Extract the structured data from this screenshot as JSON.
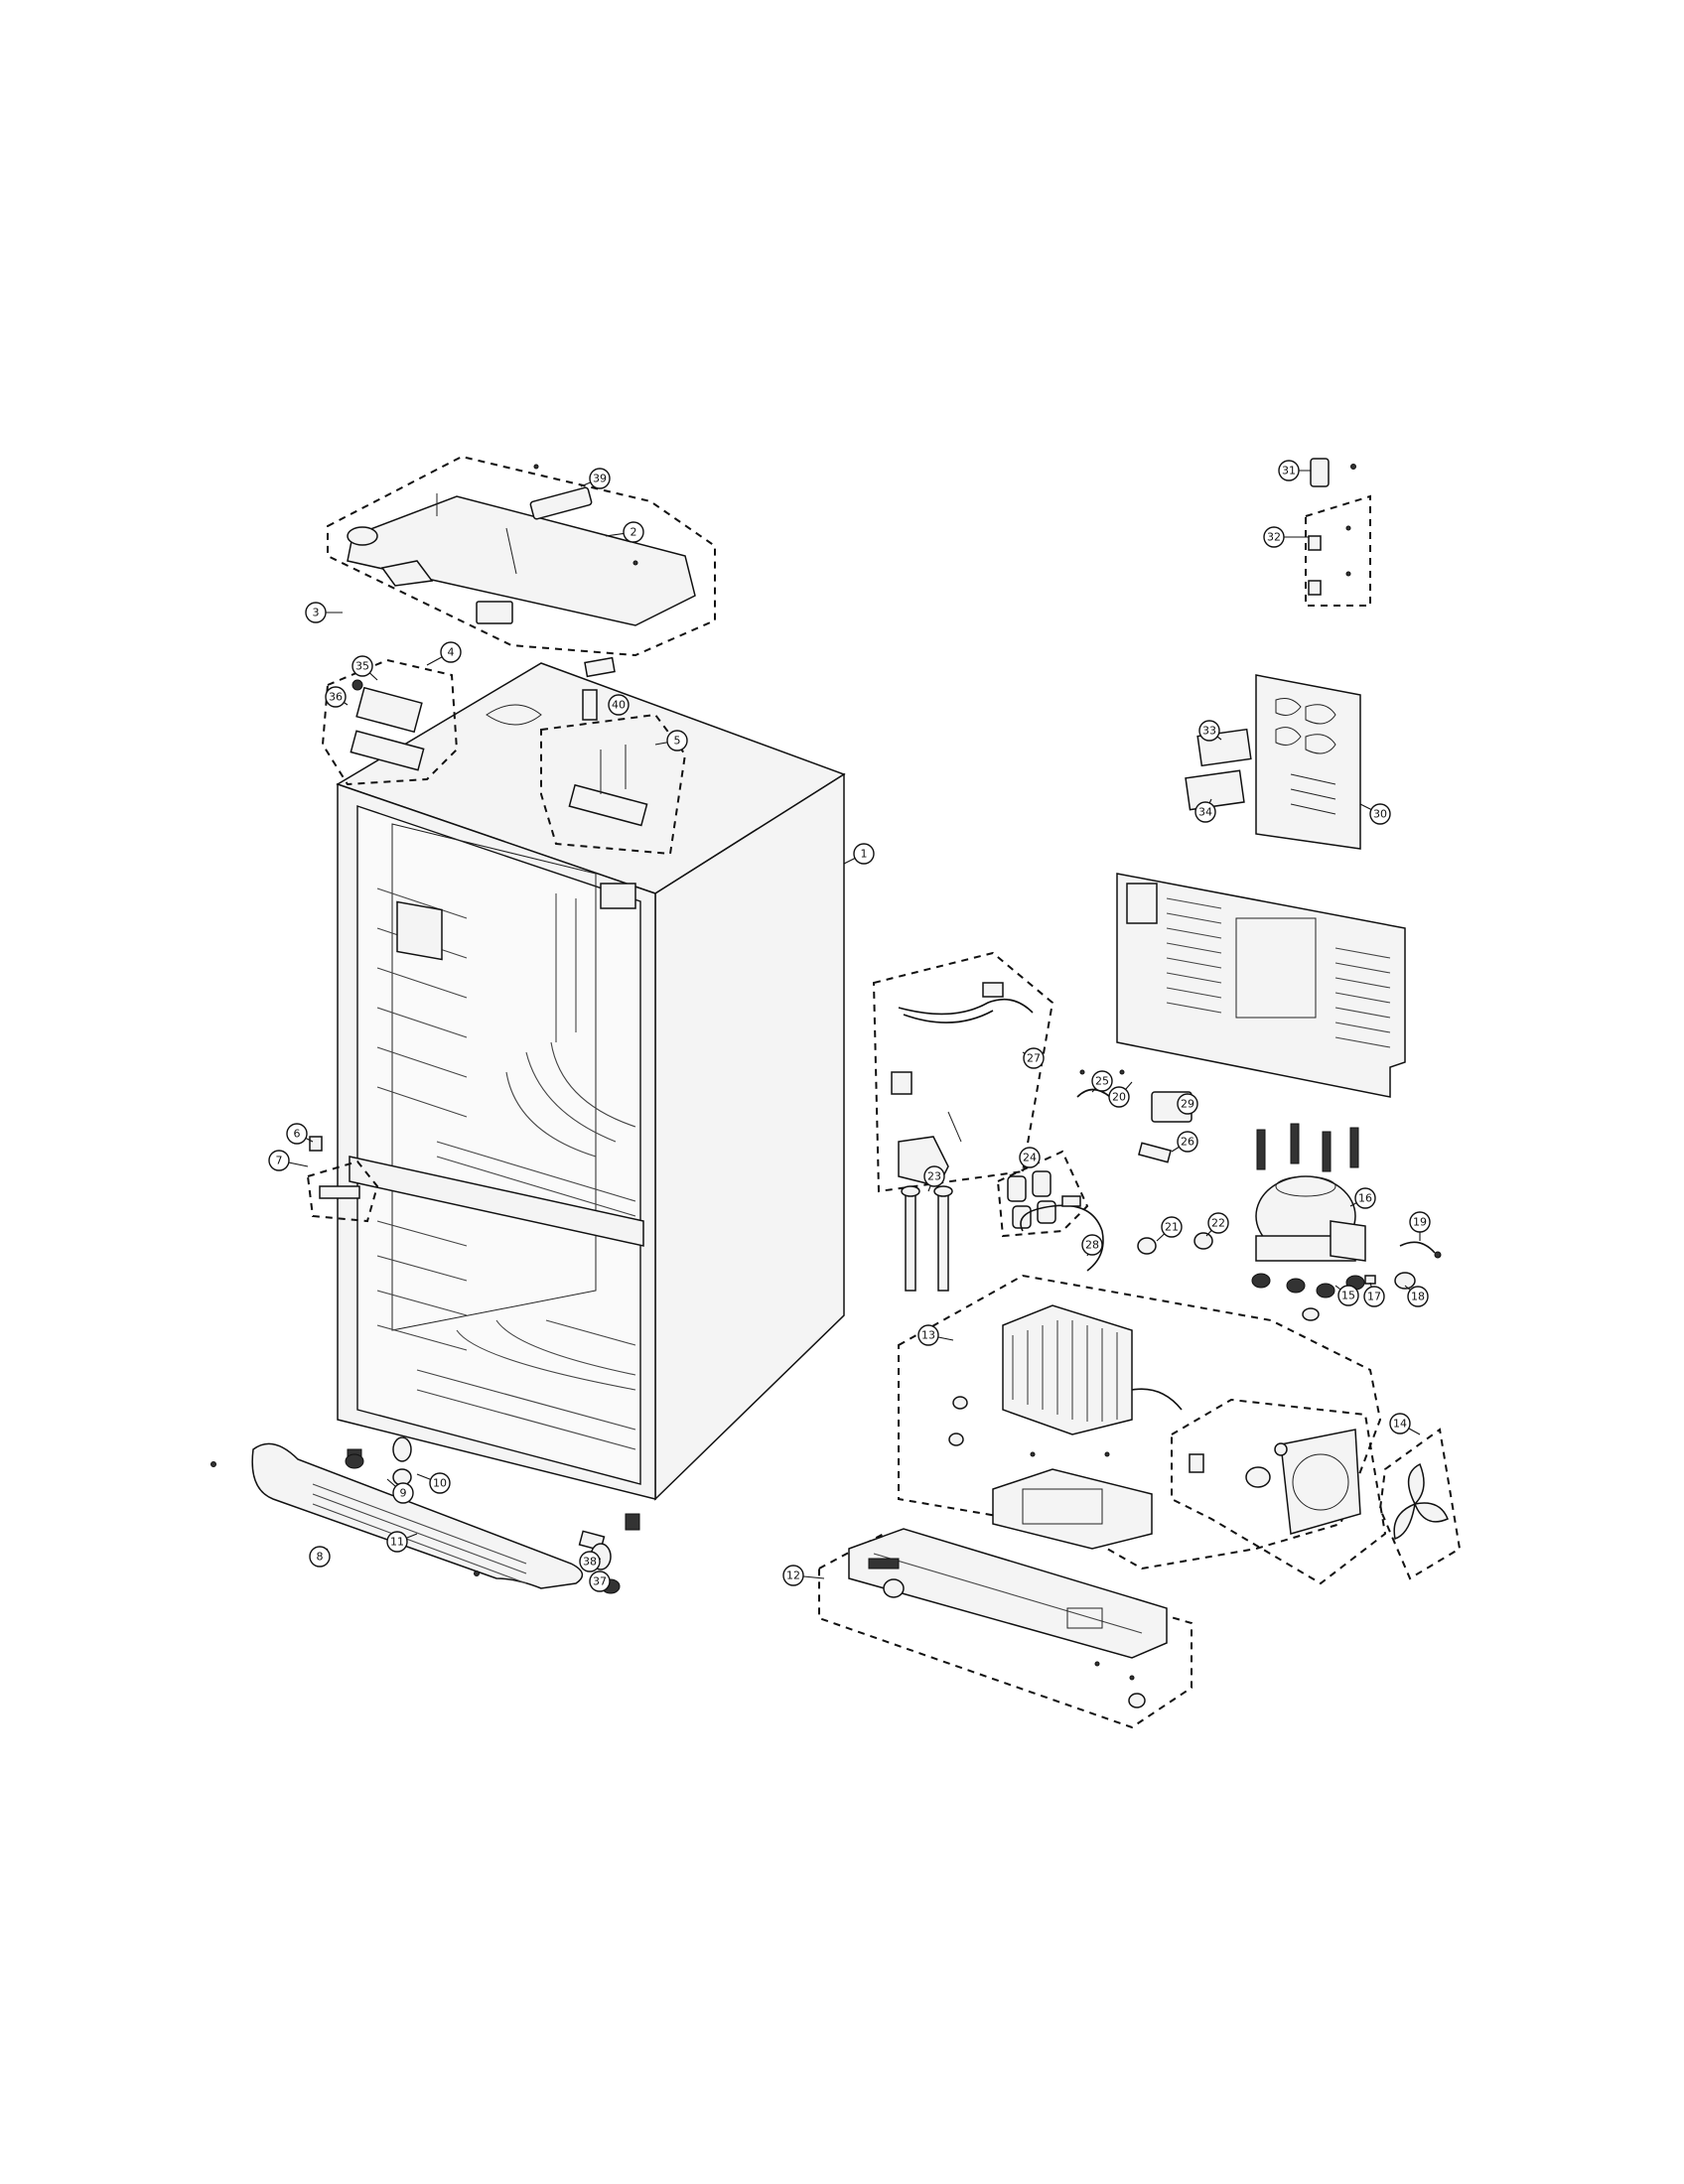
{
  "diagram": {
    "callouts": [
      "1",
      "2",
      "3",
      "4",
      "5",
      "6",
      "7",
      "8",
      "9",
      "10",
      "11",
      "12",
      "13",
      "14",
      "15",
      "16",
      "17",
      "18",
      "19",
      "20",
      "21",
      "22",
      "23",
      "24",
      "25",
      "26",
      "27",
      "28",
      "29",
      "30",
      "31",
      "32",
      "33",
      "34",
      "35",
      "36",
      "37",
      "38",
      "39",
      "40"
    ]
  }
}
